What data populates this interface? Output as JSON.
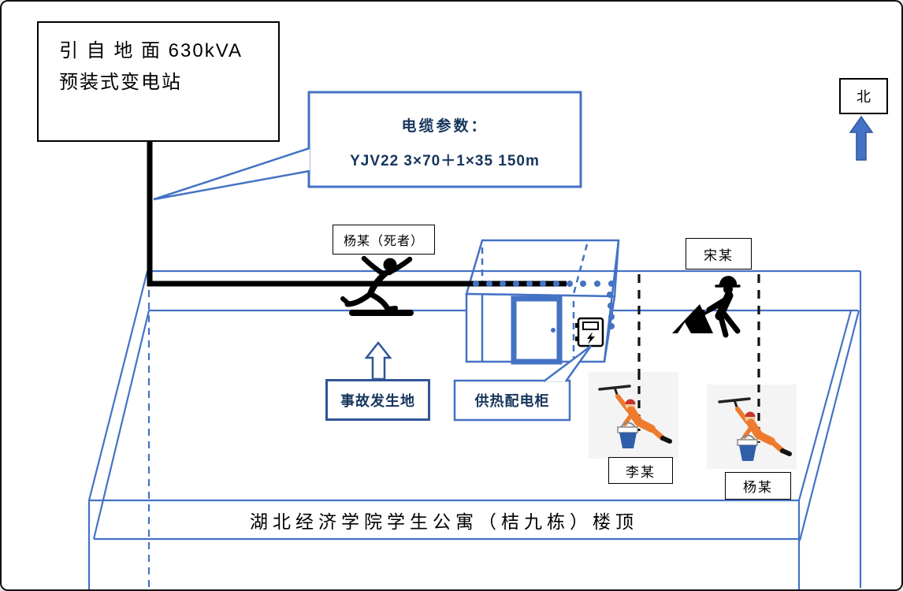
{
  "colors": {
    "line_blue": "#4472C4",
    "dark_navy": "#2F5597",
    "callout_text_navy": "#17365D",
    "black": "#000000",
    "background": "#ffffff",
    "cleaner_suit_orange": "#EE7B2D",
    "cleaner_skin": "#F2C9A0",
    "cleaner_hair_red": "#C8342A",
    "bucket_blue": "#2E5FA8",
    "photo_bg_gray": "#F4F4F4"
  },
  "substation_box": {
    "line1": "引 自 地 面 630kVA",
    "line2": "预装式变电站"
  },
  "cable_callout": {
    "title": "电缆参数：",
    "value": "YJV22 3×70＋1×35 150m"
  },
  "labels": {
    "victim": "杨某（死者）",
    "song": "宋某",
    "accident_site": "事故发生地",
    "heating_cabinet": "供热配电柜",
    "li": "李某",
    "yang": "杨某",
    "north": "北"
  },
  "building_caption": "湖北经济学院学生公寓（桔九栋）楼顶",
  "icons": {
    "falling_person": "falling-person-icon",
    "construction_worker": "construction-worker-icon",
    "window_cleaner_left": "window-cleaner-li-icon",
    "window_cleaner_right": "window-cleaner-yang-icon",
    "distribution_panel": "distribution-panel-icon",
    "north_arrow": "north-arrow-icon",
    "accident_site_arrow": "up-arrow-icon",
    "power_cable": "power-cable-line",
    "safety_ropes": "safety-rope-line"
  }
}
